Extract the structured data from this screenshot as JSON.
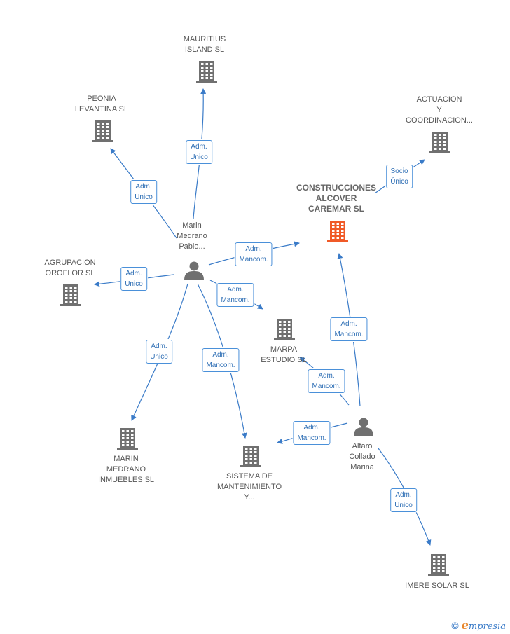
{
  "colors": {
    "edge": "#3a7bc8",
    "building": "#707070",
    "main_building": "#f05a28",
    "person": "#707070"
  },
  "nodes": {
    "mauritius": {
      "kind": "building",
      "lines": [
        "MAURITIUS",
        "ISLAND SL"
      ]
    },
    "peonia": {
      "kind": "building",
      "lines": [
        "PEONIA",
        "LEVANTINA SL"
      ]
    },
    "actuacion": {
      "kind": "building",
      "lines": [
        "ACTUACION",
        "Y",
        "COORDINACION..."
      ]
    },
    "construcciones": {
      "kind": "main-building",
      "lines": [
        "CONSTRUCCIONES",
        "ALCOVER",
        "CAREMAR SL"
      ]
    },
    "marin_person": {
      "kind": "person",
      "lines": [
        "Marin",
        "Medrano",
        "Pablo..."
      ]
    },
    "agrupacion": {
      "kind": "building",
      "lines": [
        "AGRUPACION",
        "OROFLOR SL"
      ]
    },
    "marpa": {
      "kind": "building",
      "lines": [
        "MARPA",
        "ESTUDIO SL"
      ]
    },
    "marin_inmuebles": {
      "kind": "building",
      "lines": [
        "MARIN",
        "MEDRANO",
        "INMUEBLES SL"
      ]
    },
    "sistema": {
      "kind": "building",
      "lines": [
        "SISTEMA DE",
        "MANTENIMIENTO",
        "Y..."
      ]
    },
    "alfaro": {
      "kind": "person",
      "lines": [
        "Alfaro",
        "Collado",
        "Marina"
      ]
    },
    "imere": {
      "kind": "building",
      "lines": [
        "IMERE SOLAR SL"
      ]
    }
  },
  "edges": [
    {
      "from": "marin_person",
      "to": "mauritius",
      "role": [
        "Adm.",
        "Unico"
      ]
    },
    {
      "from": "marin_person",
      "to": "peonia",
      "role": [
        "Adm.",
        "Unico"
      ]
    },
    {
      "from": "marin_person",
      "to": "agrupacion",
      "role": [
        "Adm.",
        "Unico"
      ]
    },
    {
      "from": "marin_person",
      "to": "construcciones",
      "role": [
        "Adm.",
        "Mancom."
      ]
    },
    {
      "from": "marin_person",
      "to": "marpa",
      "role": [
        "Adm.",
        "Mancom."
      ]
    },
    {
      "from": "marin_person",
      "to": "marin_inmuebles",
      "role": [
        "Adm.",
        "Unico"
      ]
    },
    {
      "from": "marin_person",
      "to": "sistema",
      "role": [
        "Adm.",
        "Mancom."
      ]
    },
    {
      "from": "construcciones",
      "to": "actuacion",
      "role": [
        "Socio",
        "Único"
      ]
    },
    {
      "from": "alfaro",
      "to": "construcciones",
      "role": [
        "Adm.",
        "Mancom."
      ]
    },
    {
      "from": "alfaro",
      "to": "marpa",
      "role": [
        "Adm.",
        "Mancom."
      ]
    },
    {
      "from": "alfaro",
      "to": "sistema",
      "role": [
        "Adm.",
        "Mancom."
      ]
    },
    {
      "from": "alfaro",
      "to": "imere",
      "role": [
        "Adm.",
        "Unico"
      ]
    }
  ],
  "footer": {
    "copyright": "©",
    "brand_initial": "e",
    "brand_rest": "mpresia"
  }
}
